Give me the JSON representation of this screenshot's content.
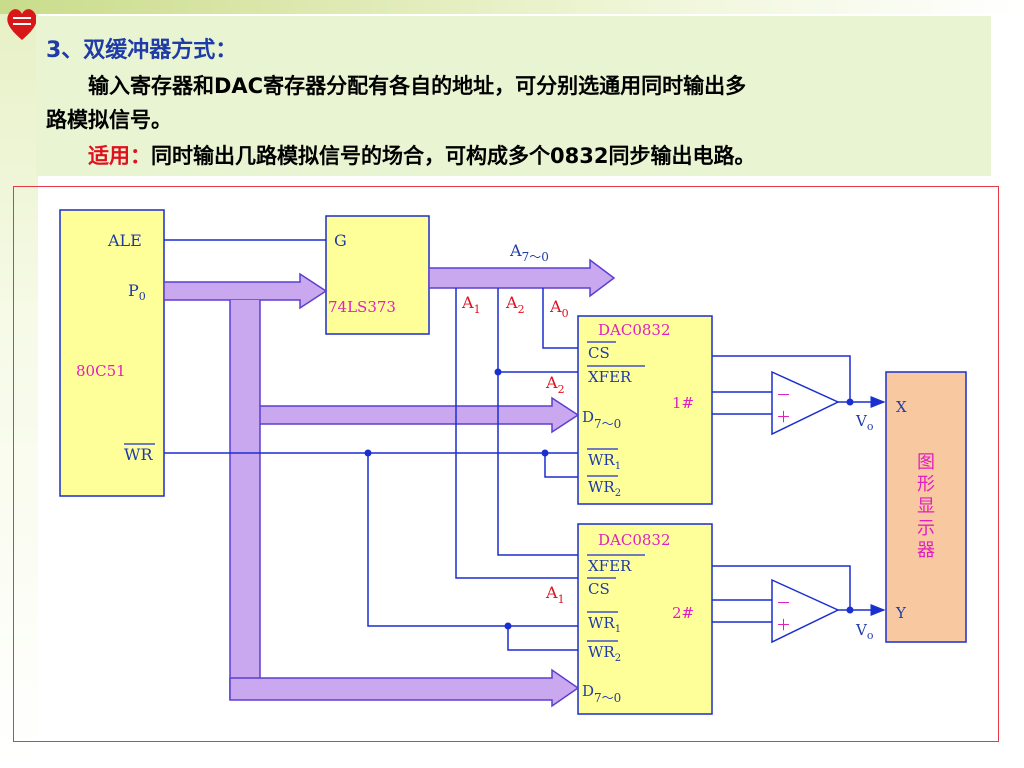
{
  "text": {
    "heading": "3、双缓冲器方式：",
    "para1_line1": "输入寄存器和DAC寄存器分配有各自的地址，可分别选通用同时输出多",
    "para1_line2": "路模拟信号。",
    "applic_label": "适用：",
    "applic_text": "同时输出几路模拟信号的场合，可构成多个0832同步输出电路。"
  },
  "diagram": {
    "mcu": {
      "name": "80C51",
      "pin_ale": "ALE",
      "pin_p": "P",
      "pin_p_sub": "0",
      "pin_wr": "WR"
    },
    "latch": {
      "name": "74LS373",
      "pin_g": "G"
    },
    "bus_top": {
      "label": "A",
      "sub": "7～0"
    },
    "addr_labels": [
      {
        "label": "A",
        "sub": "1"
      },
      {
        "label": "A",
        "sub": "2"
      },
      {
        "label": "A",
        "sub": "0"
      }
    ],
    "dac1": {
      "name": "DAC0832",
      "index": "1#",
      "pins": {
        "cs": "CS",
        "xfer": "XFER",
        "d": "D",
        "d_sub": "7～0",
        "wr1": "WR",
        "wr1_sub": "1",
        "wr2": "WR",
        "wr2_sub": "2"
      },
      "addr_in": {
        "label": "A",
        "sub": "2"
      }
    },
    "dac2": {
      "name": "DAC0832",
      "index": "2#",
      "pins": {
        "xfer": "XFER",
        "cs": "CS",
        "wr1": "WR",
        "wr1_sub": "1",
        "wr2": "WR",
        "wr2_sub": "2",
        "d": "D",
        "d_sub": "7～0"
      },
      "addr_in": {
        "label": "A",
        "sub": "1"
      }
    },
    "opamp": {
      "minus": "－",
      "plus": "＋"
    },
    "vout": {
      "label": "V",
      "sub": "o"
    },
    "display": {
      "title": [
        "图",
        "形",
        "显",
        "示",
        "器"
      ],
      "x": "X",
      "y": "Y"
    }
  },
  "colors": {
    "chip_fill": "#ffff99",
    "display_fill": "#f8c8a0",
    "bus_fill": "#c9a8f0",
    "bus_stroke": "#5a3fd0",
    "wire": "#1a2fd0",
    "chip_text_blue": "#1f3ba8",
    "chip_text_magenta": "#e020c0",
    "label_red": "#e0101e"
  }
}
